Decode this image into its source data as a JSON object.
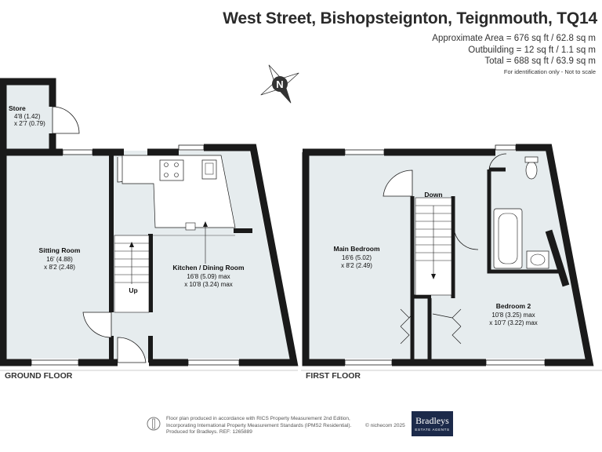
{
  "header": {
    "title": "West Street, Bishopsteignton, Teignmouth, TQ14",
    "areas": [
      "Approximate Area = 676 sq ft / 62.8 sq m",
      "Outbuilding = 12 sq ft / 1.1 sq m",
      "Total = 688 sq ft / 63.9 sq m"
    ],
    "note": "For identification only - Not to scale"
  },
  "compass": {
    "letter": "N"
  },
  "ground_floor": {
    "label": "GROUND FLOOR",
    "store": {
      "name": "Store",
      "dim1": "4'8 (1.42)",
      "dim2": "x 2'7 (0.79)"
    },
    "sitting_room": {
      "name": "Sitting Room",
      "dim1": "16' (4.88)",
      "dim2": "x 8'2 (2.48)"
    },
    "kitchen": {
      "name": "Kitchen / Dining Room",
      "dim1": "16'8 (5.09) max",
      "dim2": "x 10'8 (3.24) max"
    },
    "stairs_label": "Up"
  },
  "first_floor": {
    "label": "FIRST FLOOR",
    "main_bedroom": {
      "name": "Main Bedroom",
      "dim1": "16'6 (5.02)",
      "dim2": "x 8'2 (2.49)"
    },
    "bedroom2": {
      "name": "Bedroom 2",
      "dim1": "10'8 (3.25) max",
      "dim2": "x 10'7 (3.22) max"
    },
    "stairs_label": "Down"
  },
  "footer": {
    "line1": "Floor plan produced in accordance with RICS Property Measurement 2nd Edition,",
    "line2": "Incorporating International Property Measurement Standards (IPMS2 Residential).",
    "line3": "Produced for Bradleys.   REF: 1265889",
    "copyright": "© nichecom 2025",
    "brand": "Bradleys",
    "brand_sub": "ESTATE AGENTS"
  },
  "colors": {
    "wall": "#1a1a1a",
    "floor": "#e6ecee",
    "window": "#ffffff",
    "fixture": "#ffffff"
  }
}
